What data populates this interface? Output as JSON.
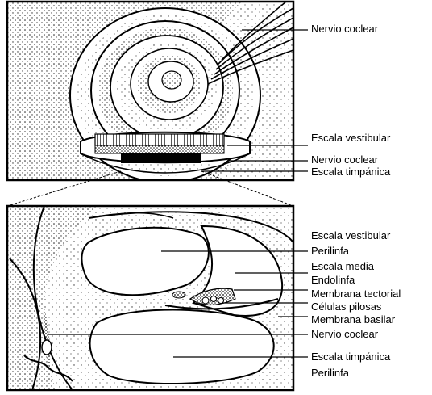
{
  "labels": {
    "top": {
      "nervio_coclear_1": "Nervio coclear",
      "escala_vestibular": "Escala vestibular",
      "nervio_coclear_2": "Nervio coclear",
      "escala_timpanica": "Escala timpánica"
    },
    "bottom": {
      "escala_vestibular": "Escala vestibular",
      "perilinfa_1": "Perilinfa",
      "escala_media": "Escala media",
      "endolinfa": "Endolinfa",
      "membrana_tectorial": "Membrana tectorial",
      "celulas_pilosas": "Células pilosas",
      "membrana_basilar": "Membrana basilar",
      "nervio_coclear": "Nervio coclear",
      "escala_timpanica": "Escala timpánica",
      "perilinfa_2": "Perilinfa"
    }
  }
}
